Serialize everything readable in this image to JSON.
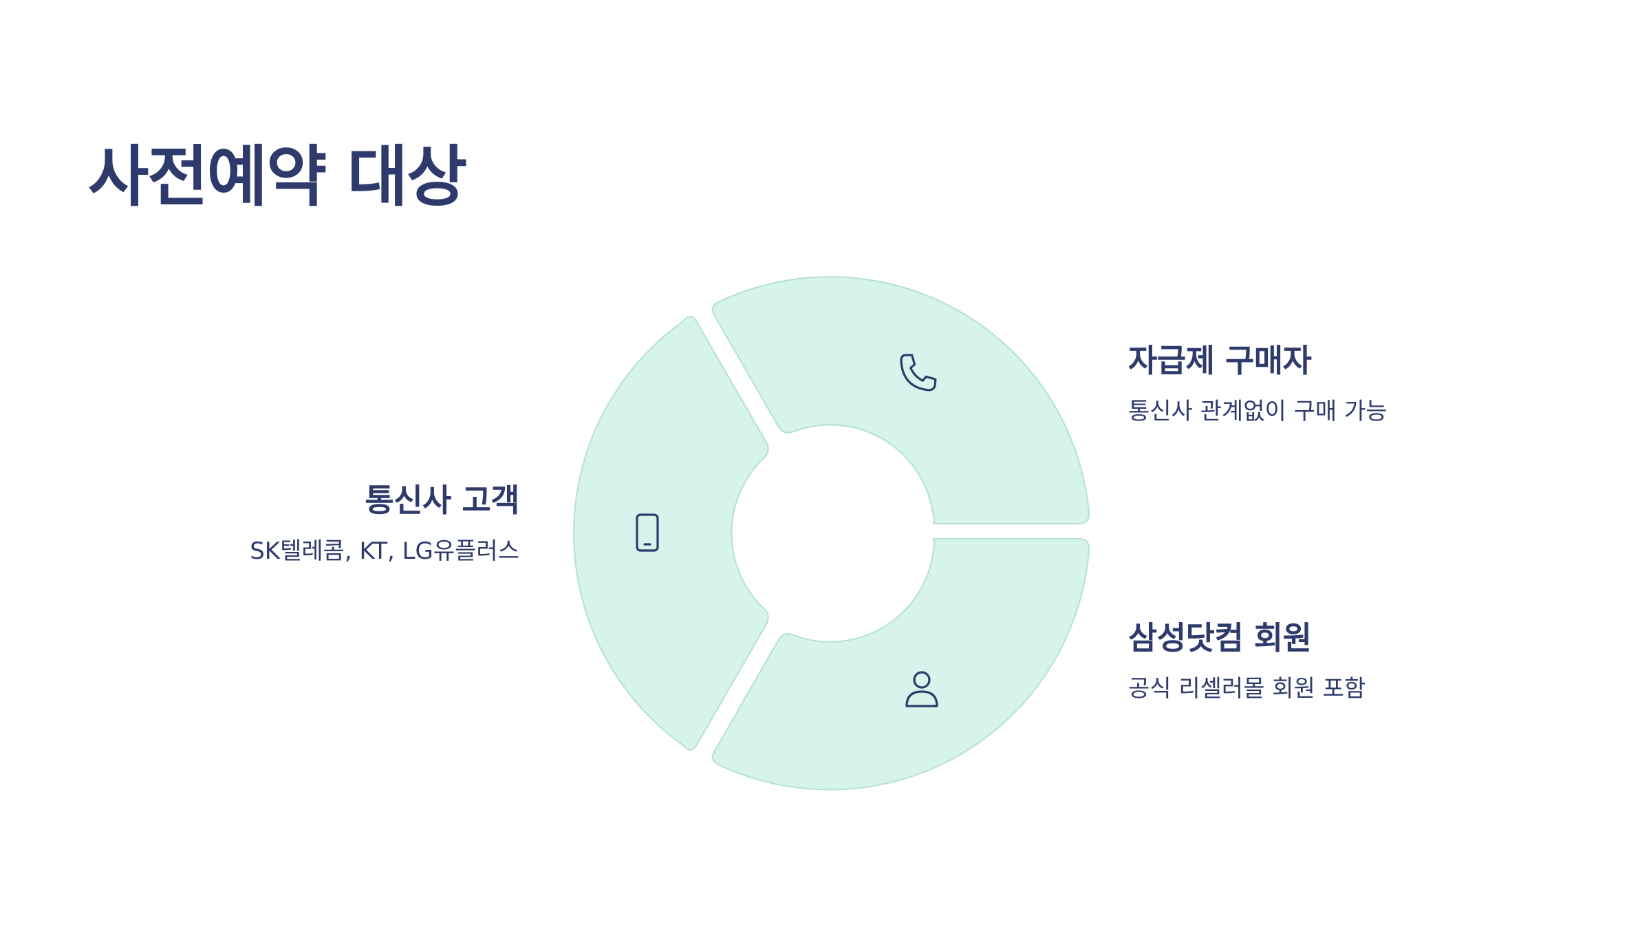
{
  "title": "사전예약 대상",
  "segments": [
    {
      "id": "self-buyer",
      "title": "자급제 구매자",
      "description": "통신사 관계없이 구매 가능",
      "icon": "phone-icon"
    },
    {
      "id": "carrier-customer",
      "title": "통신사 고객",
      "description": "SK텔레콤, KT, LG유플러스",
      "icon": "smartphone-icon"
    },
    {
      "id": "samsung-member",
      "title": "삼성닷컴 회원",
      "description": "공식 리셀러몰 회원 포함",
      "icon": "user-icon"
    }
  ],
  "colors": {
    "segment_fill": "#d6f4ec",
    "segment_stroke": "#b5e0d4",
    "text": "#2e3a6b",
    "background": "#ffffff"
  }
}
